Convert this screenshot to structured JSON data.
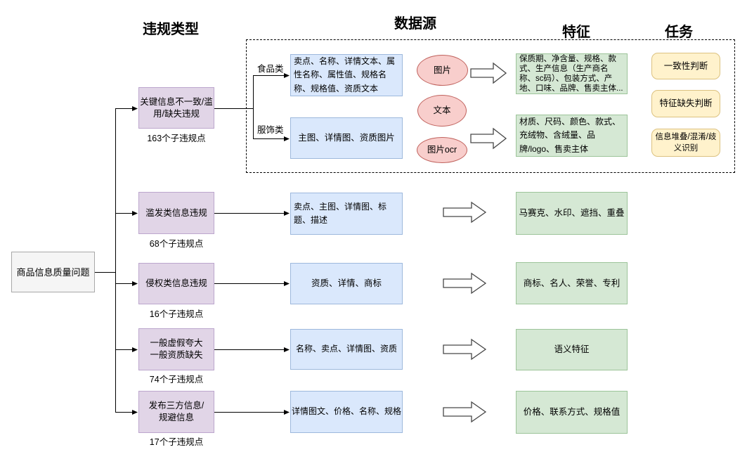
{
  "colors": {
    "purple_fill": "#e1d5e7",
    "purple_stroke": "#bca6cd",
    "blue_fill": "#dae8fc",
    "blue_stroke": "#9db8dc",
    "green_fill": "#d5e8d4",
    "green_stroke": "#9cc499",
    "red_fill": "#f8cecc",
    "red_stroke": "#c0625d",
    "yellow_fill": "#fff2cc",
    "yellow_stroke": "#dcc280",
    "gray_fill": "#f5f5f5",
    "gray_stroke": "#a8a8a8"
  },
  "headers": {
    "violation_type": "违规类型",
    "data_source": "数据源",
    "feature": "特征",
    "task": "任务"
  },
  "root": {
    "label": "商品信息质量问题"
  },
  "violations": [
    {
      "label": "关键信息不一致/滥\n用/缺失违规",
      "count": "163个子违规点"
    },
    {
      "label": "滥发类信息违规",
      "count": "68个子违规点"
    },
    {
      "label": "侵权类信息违规",
      "count": "16个子违规点"
    },
    {
      "label": "一般虚假夸大\n一般资质缺失",
      "count": "74个子违规点"
    },
    {
      "label": "发布三方信息/\n规避信息",
      "count": "17个子违规点"
    }
  ],
  "branches": [
    {
      "label": "食品类"
    },
    {
      "label": "服饰类"
    }
  ],
  "sources": [
    {
      "label": "卖点、名称、详情文本、属性名称、属性值、规格名称、规格值、资质文本"
    },
    {
      "label": "主图、详情图、资质图片"
    },
    {
      "label": "卖点、主图、详情图、标题、描述"
    },
    {
      "label": "资质、详情、商标"
    },
    {
      "label": "名称、卖点、详情图、资质"
    },
    {
      "label": "详情图文、价格、名称、规格"
    }
  ],
  "modalities": [
    {
      "label": "图片"
    },
    {
      "label": "文本"
    },
    {
      "label": "图片ocr"
    }
  ],
  "features": [
    {
      "label": "保质期、净含量、规格、款式、生产信息（生产商名称、sc码）、包装方式、产地、口味、品牌、售卖主体..."
    },
    {
      "label": "材质、尺码、颜色、款式、充绒物、含绒量、品牌/logo、售卖主体"
    },
    {
      "label": "马赛克、水印、遮挡、重叠"
    },
    {
      "label": "商标、名人、荣誉、专利"
    },
    {
      "label": "语义特征"
    },
    {
      "label": "价格、联系方式、规格值"
    }
  ],
  "tasks": [
    {
      "label": "一致性判断"
    },
    {
      "label": "特征缺失判断"
    },
    {
      "label": "信息堆叠/混淆/歧\n义识别"
    }
  ]
}
